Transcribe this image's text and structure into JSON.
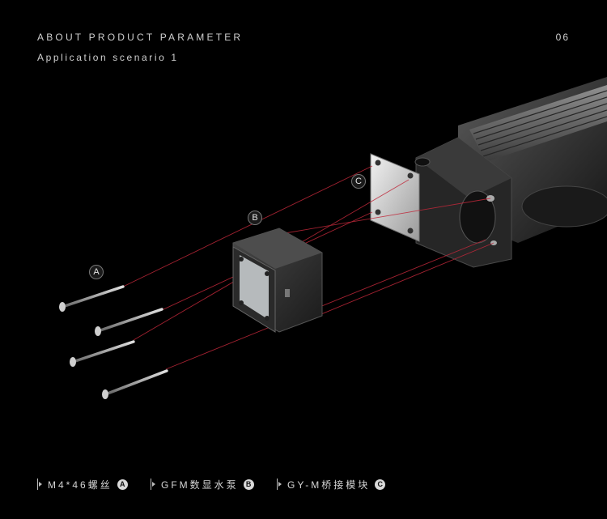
{
  "header": {
    "title": "ABOUT PRODUCT PARAMETER",
    "subtitle": "Application scenario 1",
    "page_number": "06"
  },
  "callouts": {
    "a": "A",
    "b": "B",
    "c": "C"
  },
  "legend": [
    {
      "text": "M4*46螺丝",
      "badge": "A"
    },
    {
      "text": "GFM数显水泵",
      "badge": "B"
    },
    {
      "text": "GY-M桥接模块",
      "badge": "C"
    }
  ],
  "colors": {
    "background": "#000000",
    "guide_line": "#c0283a",
    "metal": "#2b2b2b",
    "screw": "#bfbfbf"
  }
}
